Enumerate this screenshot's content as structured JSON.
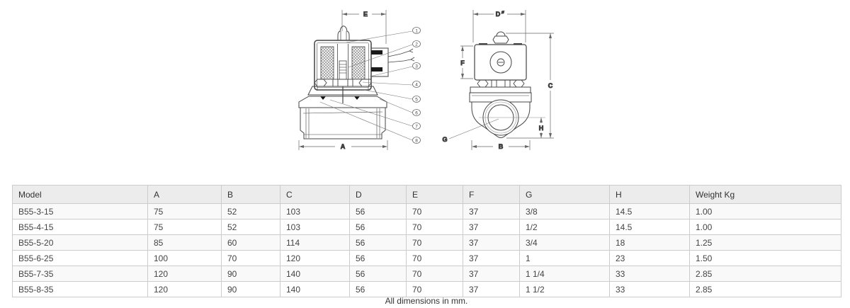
{
  "drawing": {
    "callouts": [
      "1",
      "2",
      "3",
      "4",
      "5",
      "6",
      "7",
      "8"
    ],
    "dims": {
      "a": "A",
      "b": "B",
      "c": "C",
      "d": "D",
      "d_sup": "ø",
      "e": "E",
      "f": "F",
      "g": "G",
      "h": "H"
    }
  },
  "table": {
    "columns": [
      "Model",
      "A",
      "B",
      "C",
      "D",
      "E",
      "F",
      "G",
      "H",
      "Weight Kg"
    ],
    "rows": [
      [
        "B55-3-15",
        "75",
        "52",
        "103",
        "56",
        "70",
        "37",
        "3/8",
        "14.5",
        "1.00"
      ],
      [
        "B55-4-15",
        "75",
        "52",
        "103",
        "56",
        "70",
        "37",
        "1/2",
        "14.5",
        "1.00"
      ],
      [
        "B55-5-20",
        "85",
        "60",
        "114",
        "56",
        "70",
        "37",
        "3/4",
        "18",
        "1.25"
      ],
      [
        "B55-6-25",
        "100",
        "70",
        "120",
        "56",
        "70",
        "37",
        "1",
        "23",
        "1.50"
      ],
      [
        "B55-7-35",
        "120",
        "90",
        "140",
        "56",
        "70",
        "37",
        "1 1/4",
        "33",
        "2.85"
      ],
      [
        "B55-8-35",
        "120",
        "90",
        "140",
        "56",
        "70",
        "37",
        "1 1/2",
        "33",
        "2.85"
      ]
    ]
  },
  "footer": {
    "note": "All dimensions in mm."
  },
  "colors": {
    "table_border": "#cccccc",
    "header_bg": "#ececec",
    "row_alt_bg": "#f9f9f9",
    "text": "#333333",
    "drawing_line": "#444444"
  }
}
